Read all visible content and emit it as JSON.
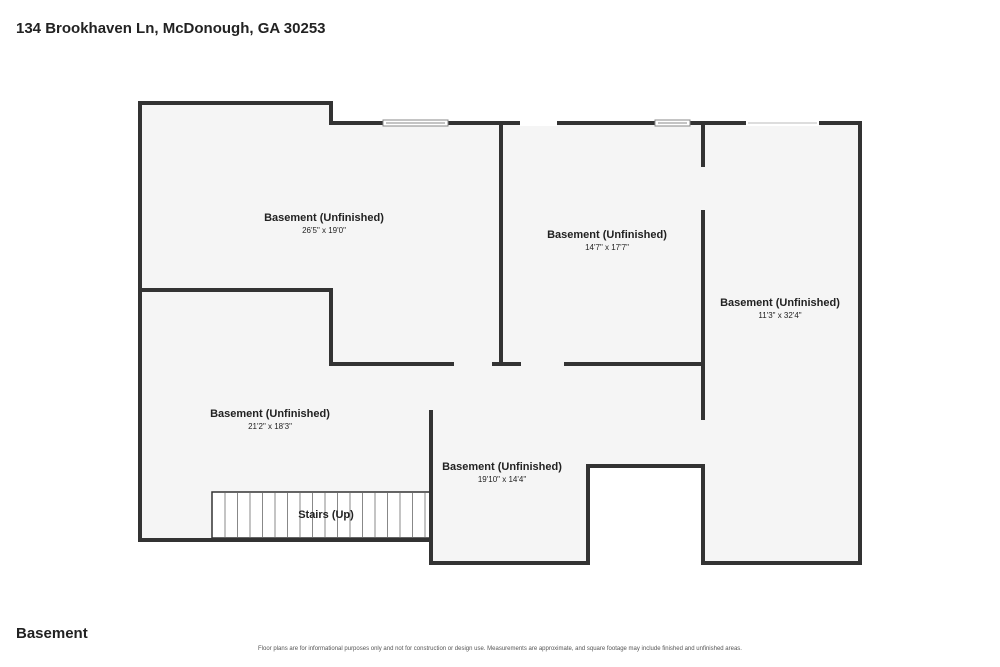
{
  "header": {
    "address": "134 Brookhaven Ln, McDonough, GA 30253"
  },
  "floor": {
    "label": "Basement"
  },
  "footer": {
    "disclaimer": "Floor plans are for informational purposes only and not for construction or design use. Measurements are approximate, and square footage may include finished and unfinished areas."
  },
  "rooms": {
    "upper_left": {
      "name": "Basement (Unfinished)",
      "dimensions": "26'5\" x 19'0\""
    },
    "center": {
      "name": "Basement (Unfinished)",
      "dimensions": "14'7\" x 17'7\""
    },
    "right": {
      "name": "Basement (Unfinished)",
      "dimensions": "11'3\" x 32'4\""
    },
    "lower_left": {
      "name": "Basement (Unfinished)",
      "dimensions": "21'2\" x 18'3\""
    },
    "lower_center": {
      "name": "Basement (Unfinished)",
      "dimensions": "19'10\" x 14'4\""
    },
    "stairs": {
      "name": "Stairs (Up)"
    }
  },
  "colors": {
    "wall": "#333333",
    "floor": "#f5f5f5",
    "window": "#ffffff",
    "stair_line": "#888888"
  }
}
